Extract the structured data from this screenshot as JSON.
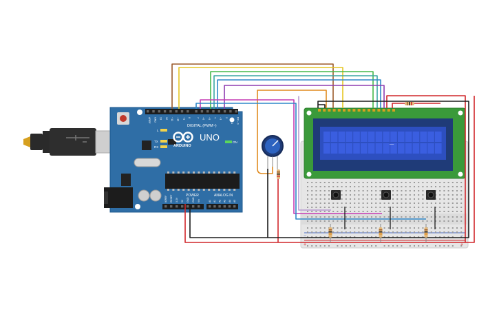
{
  "arduino": {
    "brand": "ARDUINO",
    "model": "UNO",
    "digital_label": "DIGITAL (PWM~)",
    "power_label": "POWER",
    "analog_label": "ANALOG IN",
    "on_label": "ON",
    "led_l": "L",
    "led_tx": "TX",
    "led_rx": "RX",
    "digital_pins": [
      "AREF",
      "GND",
      "13",
      "12",
      "~11",
      "~10",
      "~9",
      "8",
      "7",
      "~6",
      "~5",
      "4",
      "~3",
      "2",
      "TX→1",
      "RX←0"
    ],
    "power_pins": [
      "IOREF",
      "RESET",
      "3.3V",
      "5V",
      "GND",
      "GND",
      "Vin"
    ],
    "analog_pins": [
      "A0",
      "A1",
      "A2",
      "A3",
      "A4",
      "A5"
    ]
  },
  "lcd": {
    "cursor_text": "_",
    "rows": 2,
    "cols": 16
  },
  "breadboard": {
    "plus_label": "+",
    "minus_label": "−"
  },
  "colors": {
    "board": "#2f6ea6",
    "lcd_bezel": "#1f3b78",
    "lcd_screen": "#2d4fc0",
    "pcb_green": "#3a9a3a",
    "wire_red": "#d0262a",
    "wire_black": "#1b1b1b",
    "wire_brown": "#9b5a2a",
    "wire_yellow": "#e6c623",
    "wire_green": "#45b84a",
    "wire_teal": "#3aa6a3",
    "wire_blue": "#2e87c8",
    "wire_purple": "#8e3bb0",
    "wire_magenta": "#c63ab4",
    "wire_orange": "#e08a1e",
    "wire_lavender": "#b79ad0"
  }
}
